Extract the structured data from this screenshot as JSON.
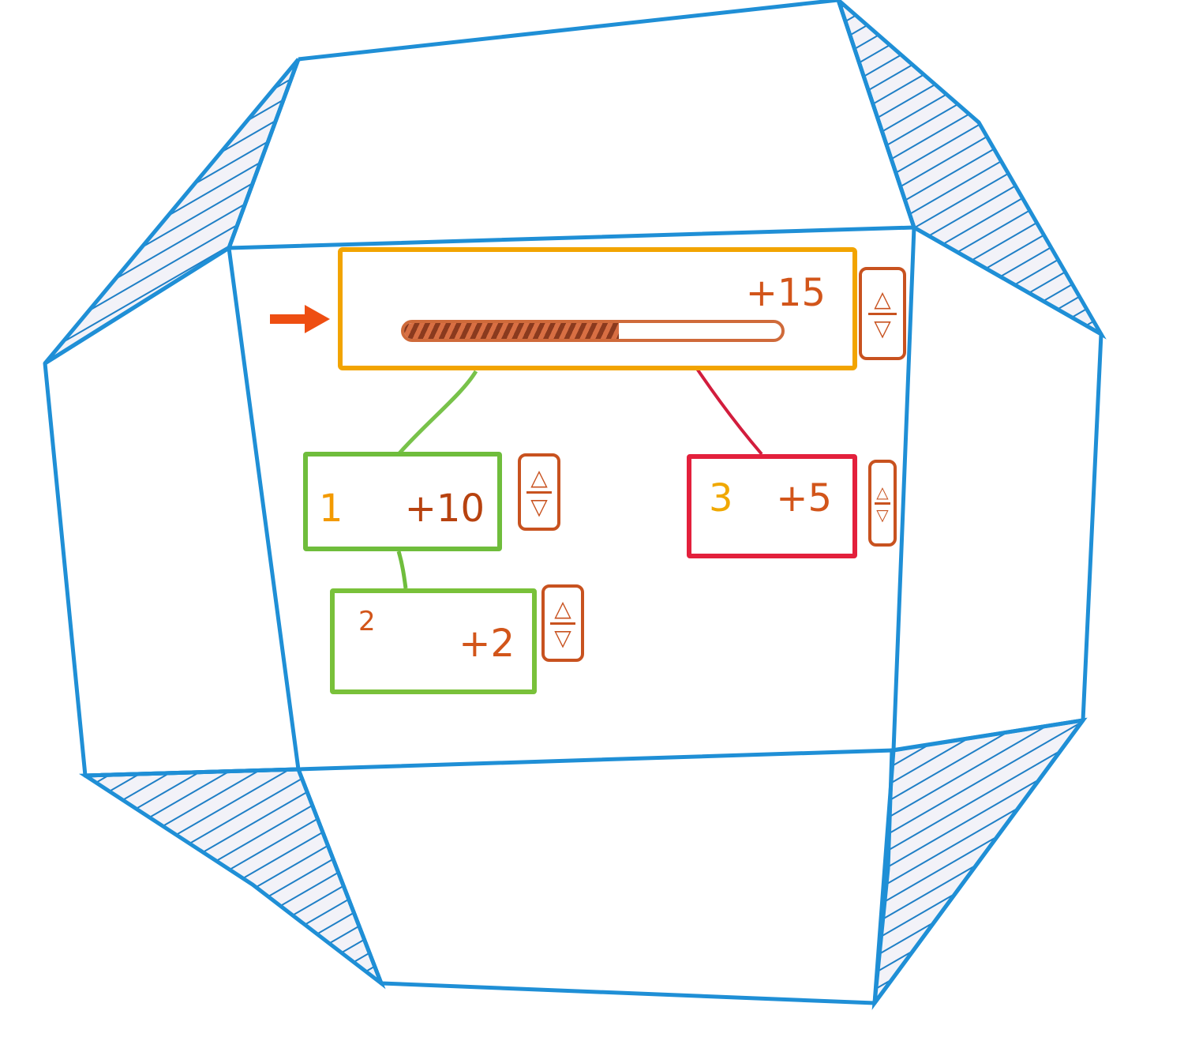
{
  "root": {
    "points": "+15",
    "progress": 0.57,
    "border_color": "#f2a400"
  },
  "children": [
    {
      "index": "1",
      "points": "+10",
      "border_color": "#6fbd3c"
    },
    {
      "index": "2",
      "points": "+2",
      "border_color": "#79c13a"
    },
    {
      "index": "3",
      "points": "+5",
      "border_color": "#e3203c"
    }
  ],
  "stepper": {
    "up_glyph": "△",
    "down_glyph": "▽"
  },
  "colors": {
    "room_outline": "#1f8fd6",
    "accent": "#c8521f",
    "connector_green": "#78c24a",
    "connector_red": "#d21d3d"
  },
  "icons": [
    "pointer-arrow-icon",
    "increment-icon",
    "decrement-icon"
  ]
}
